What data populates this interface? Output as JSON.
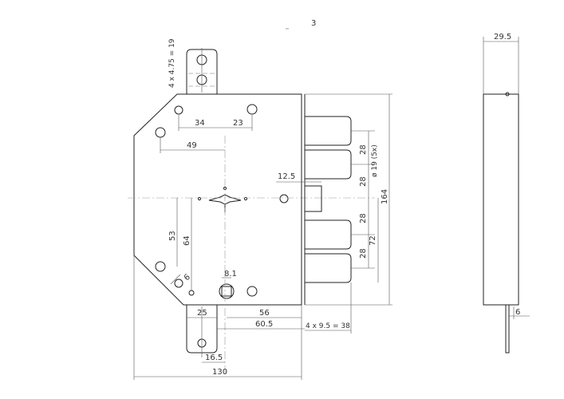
{
  "header": {
    "mark": "3"
  },
  "dimensions": {
    "bolt_spacing": "4 x 4.75 = 19",
    "d34": "34",
    "d23": "23",
    "d49": "49",
    "d28_a": "28",
    "d28_b": "28",
    "d28_c": "28",
    "d28_d": "28",
    "diameter_bolts": "ø 19 (5x)",
    "d12_5": "12.5",
    "d164": "164",
    "d72": "72",
    "d53": "53",
    "d64": "64",
    "d6_left": "6",
    "d8_1": "8.1",
    "d25": "25",
    "d56": "56",
    "d60_5": "60.5",
    "bolt_travel": "4 x 9.5 = 38",
    "d16_5": "16.5",
    "d130": "130",
    "d29_5": "29.5",
    "d6_right": "6"
  }
}
